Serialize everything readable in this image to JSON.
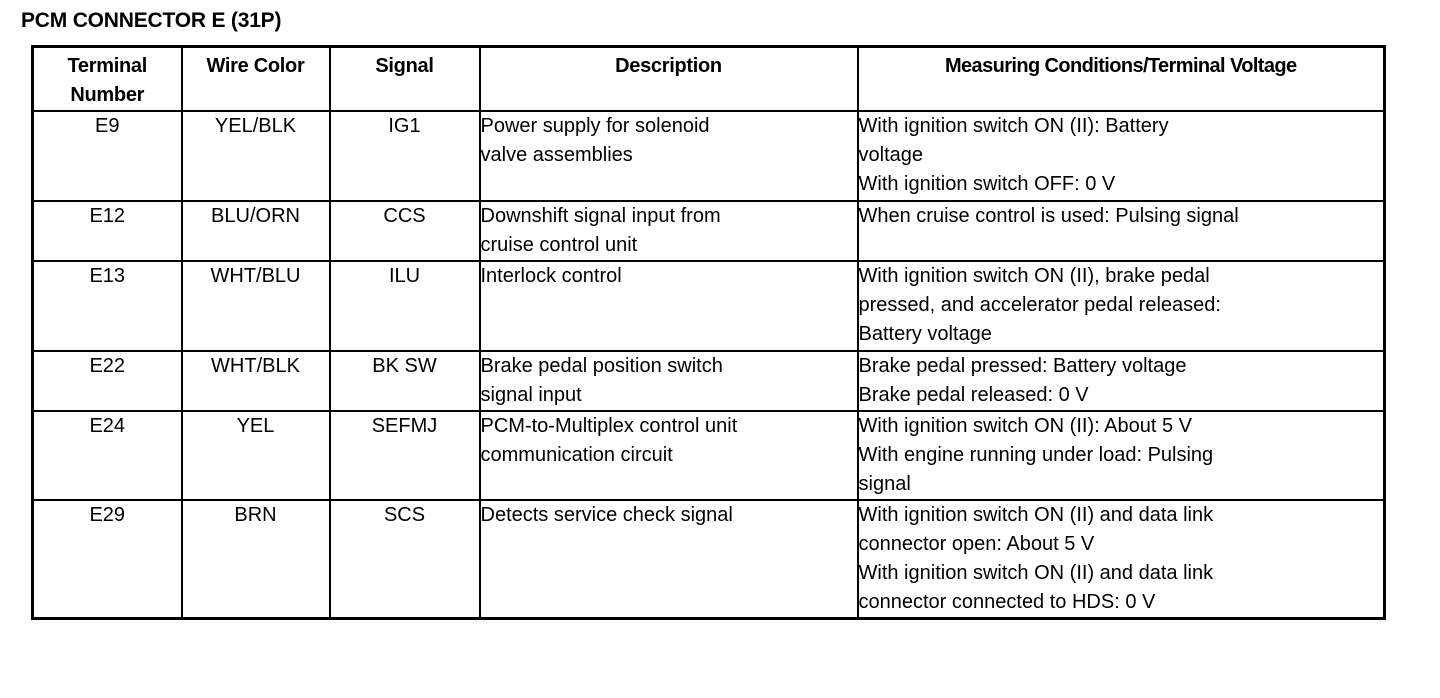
{
  "document": {
    "title": "PCM CONNECTOR E (31P)"
  },
  "table": {
    "columns": [
      {
        "key": "terminal",
        "label_line1": "Terminal",
        "label_line2": "Number"
      },
      {
        "key": "wire",
        "label_line1": "Wire Color",
        "label_line2": ""
      },
      {
        "key": "signal",
        "label_line1": "Signal",
        "label_line2": ""
      },
      {
        "key": "desc",
        "label_line1": "Description",
        "label_line2": ""
      },
      {
        "key": "measuring",
        "label_line1": "Measuring Conditions/Terminal Voltage",
        "label_line2": ""
      }
    ],
    "rows": [
      {
        "terminal": "E9",
        "wire": "YEL/BLK",
        "signal": "IG1",
        "desc_lines": [
          "Power supply for solenoid",
          "valve assemblies"
        ],
        "measuring_lines": [
          "With ignition switch ON (II): Battery",
          "voltage",
          "With ignition switch OFF: 0 V"
        ]
      },
      {
        "terminal": "E12",
        "wire": "BLU/ORN",
        "signal": "CCS",
        "desc_lines": [
          "Downshift signal input from",
          "cruise control unit"
        ],
        "measuring_lines": [
          "When cruise control is used: Pulsing signal"
        ]
      },
      {
        "terminal": "E13",
        "wire": "WHT/BLU",
        "signal": "ILU",
        "desc_lines": [
          "Interlock control"
        ],
        "measuring_lines": [
          "With ignition switch ON (II), brake pedal",
          "pressed, and accelerator pedal released:",
          "Battery voltage"
        ]
      },
      {
        "terminal": "E22",
        "wire": "WHT/BLK",
        "signal": "BK SW",
        "desc_lines": [
          "Brake pedal position switch",
          "signal input"
        ],
        "measuring_lines": [
          "Brake pedal pressed: Battery voltage",
          "Brake pedal released: 0 V"
        ]
      },
      {
        "terminal": "E24",
        "wire": "YEL",
        "signal": "SEFMJ",
        "desc_lines": [
          "PCM-to-Multiplex control unit",
          "communication circuit"
        ],
        "measuring_lines": [
          "With ignition switch ON (II): About 5 V",
          "With engine running under load: Pulsing",
          "signal"
        ]
      },
      {
        "terminal": "E29",
        "wire": "BRN",
        "signal": "SCS",
        "desc_lines": [
          "Detects service check signal"
        ],
        "measuring_lines": [
          "With ignition switch ON (II) and data link",
          "connector open: About 5 V",
          "With ignition switch ON (II) and data link",
          "connector connected to HDS: 0 V"
        ]
      }
    ]
  },
  "colors": {
    "ink": "#000000",
    "paper": "#ffffff"
  }
}
